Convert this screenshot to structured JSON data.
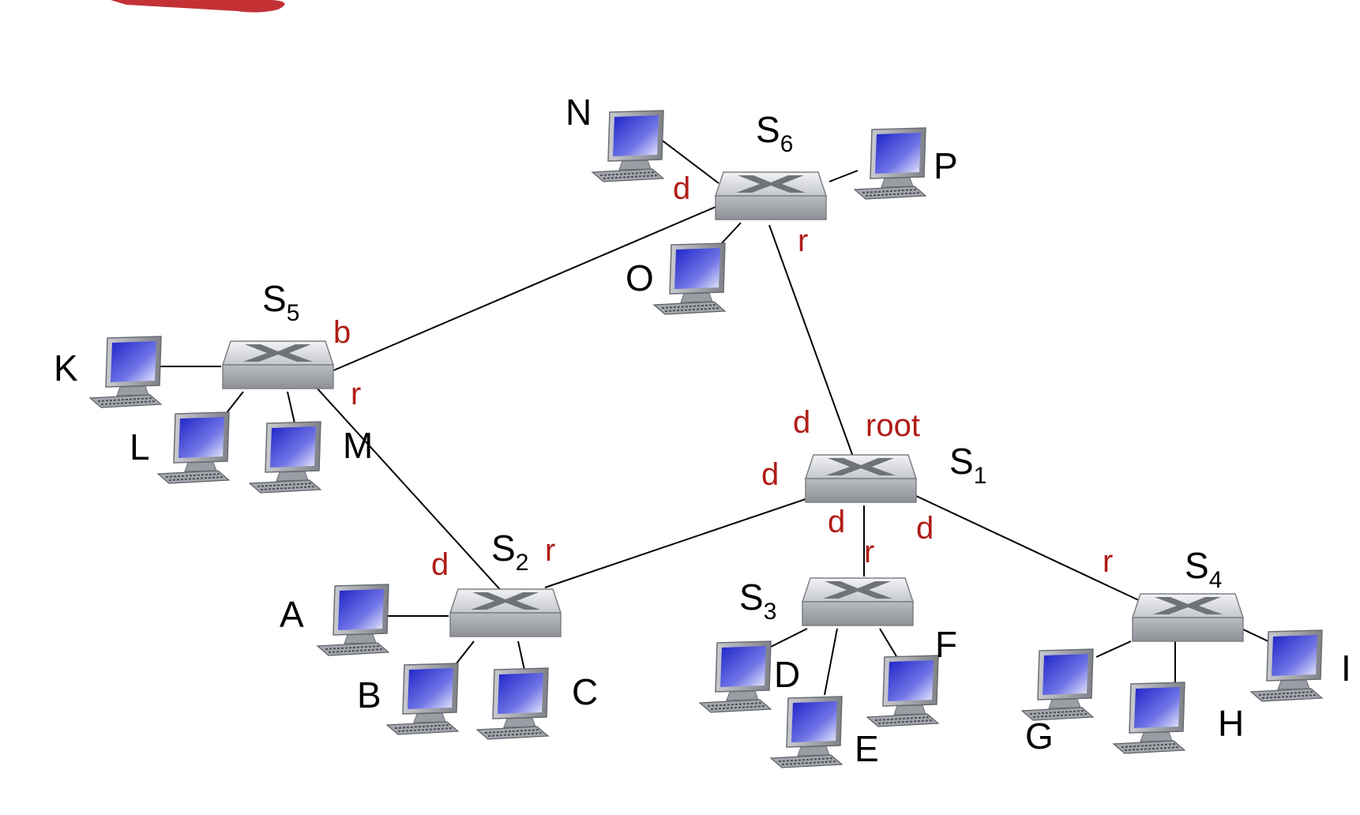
{
  "colors": {
    "port_label": "#b01c17",
    "link": "#000000",
    "switch_top": "#d9dbde",
    "switch_front": "#a9acb1",
    "monitor_screen": "#3a3fd6",
    "accent_stroke": "#c0262a"
  },
  "icons": {
    "switch": "switch-icon",
    "host": "desktop-computer-icon"
  },
  "switches": [
    {
      "id": "s1",
      "label": "S",
      "sub": "1"
    },
    {
      "id": "s2",
      "label": "S",
      "sub": "2"
    },
    {
      "id": "s3",
      "label": "S",
      "sub": "3"
    },
    {
      "id": "s4",
      "label": "S",
      "sub": "4"
    },
    {
      "id": "s5",
      "label": "S",
      "sub": "5"
    },
    {
      "id": "s6",
      "label": "S",
      "sub": "6"
    }
  ],
  "hosts": [
    {
      "id": "A",
      "label": "A"
    },
    {
      "id": "B",
      "label": "B"
    },
    {
      "id": "C",
      "label": "C"
    },
    {
      "id": "D",
      "label": "D"
    },
    {
      "id": "E",
      "label": "E"
    },
    {
      "id": "F",
      "label": "F"
    },
    {
      "id": "G",
      "label": "G"
    },
    {
      "id": "H",
      "label": "H"
    },
    {
      "id": "I",
      "label": "I"
    },
    {
      "id": "K",
      "label": "K"
    },
    {
      "id": "L",
      "label": "L"
    },
    {
      "id": "M",
      "label": "M"
    },
    {
      "id": "N",
      "label": "N"
    },
    {
      "id": "O",
      "label": "O"
    },
    {
      "id": "P",
      "label": "P"
    }
  ],
  "port_labels": {
    "s6_d": "d",
    "s6_r": "r",
    "s5_b": "b",
    "s5_r": "r",
    "s1_root": "root",
    "s1_d_top": "d",
    "s1_d_left": "d",
    "s1_d_bottom": "d",
    "s1_d_right": "d",
    "s3_r": "r",
    "s2_d": "d",
    "s2_r": "r",
    "s4_r": "r"
  }
}
